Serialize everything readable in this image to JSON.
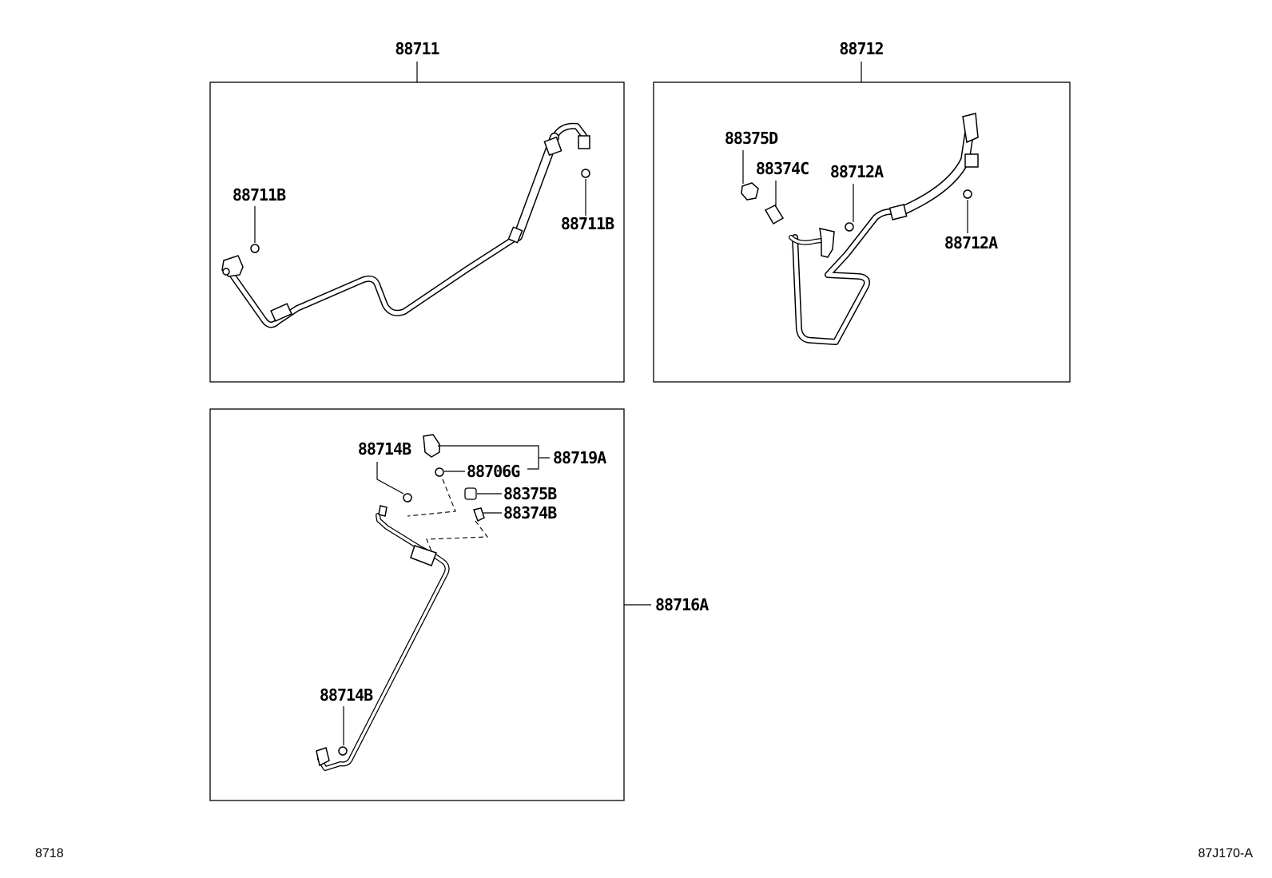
{
  "panels": {
    "p88711": {
      "title": "88711",
      "callouts": {
        "left": "88711B",
        "right": "88711B"
      }
    },
    "p88712": {
      "title": "88712",
      "callouts": {
        "c1": "88375D",
        "c2": "88374C",
        "c3": "88712A",
        "c4": "88712A"
      }
    },
    "p88716": {
      "title": "88716A",
      "callouts": {
        "c1": "88714B",
        "c2": "88719A",
        "c3": "88706G",
        "c4": "88375B",
        "c5": "88374B",
        "c6": "88714B"
      }
    }
  },
  "footer": {
    "left": "8718",
    "right": "87J170-A"
  }
}
